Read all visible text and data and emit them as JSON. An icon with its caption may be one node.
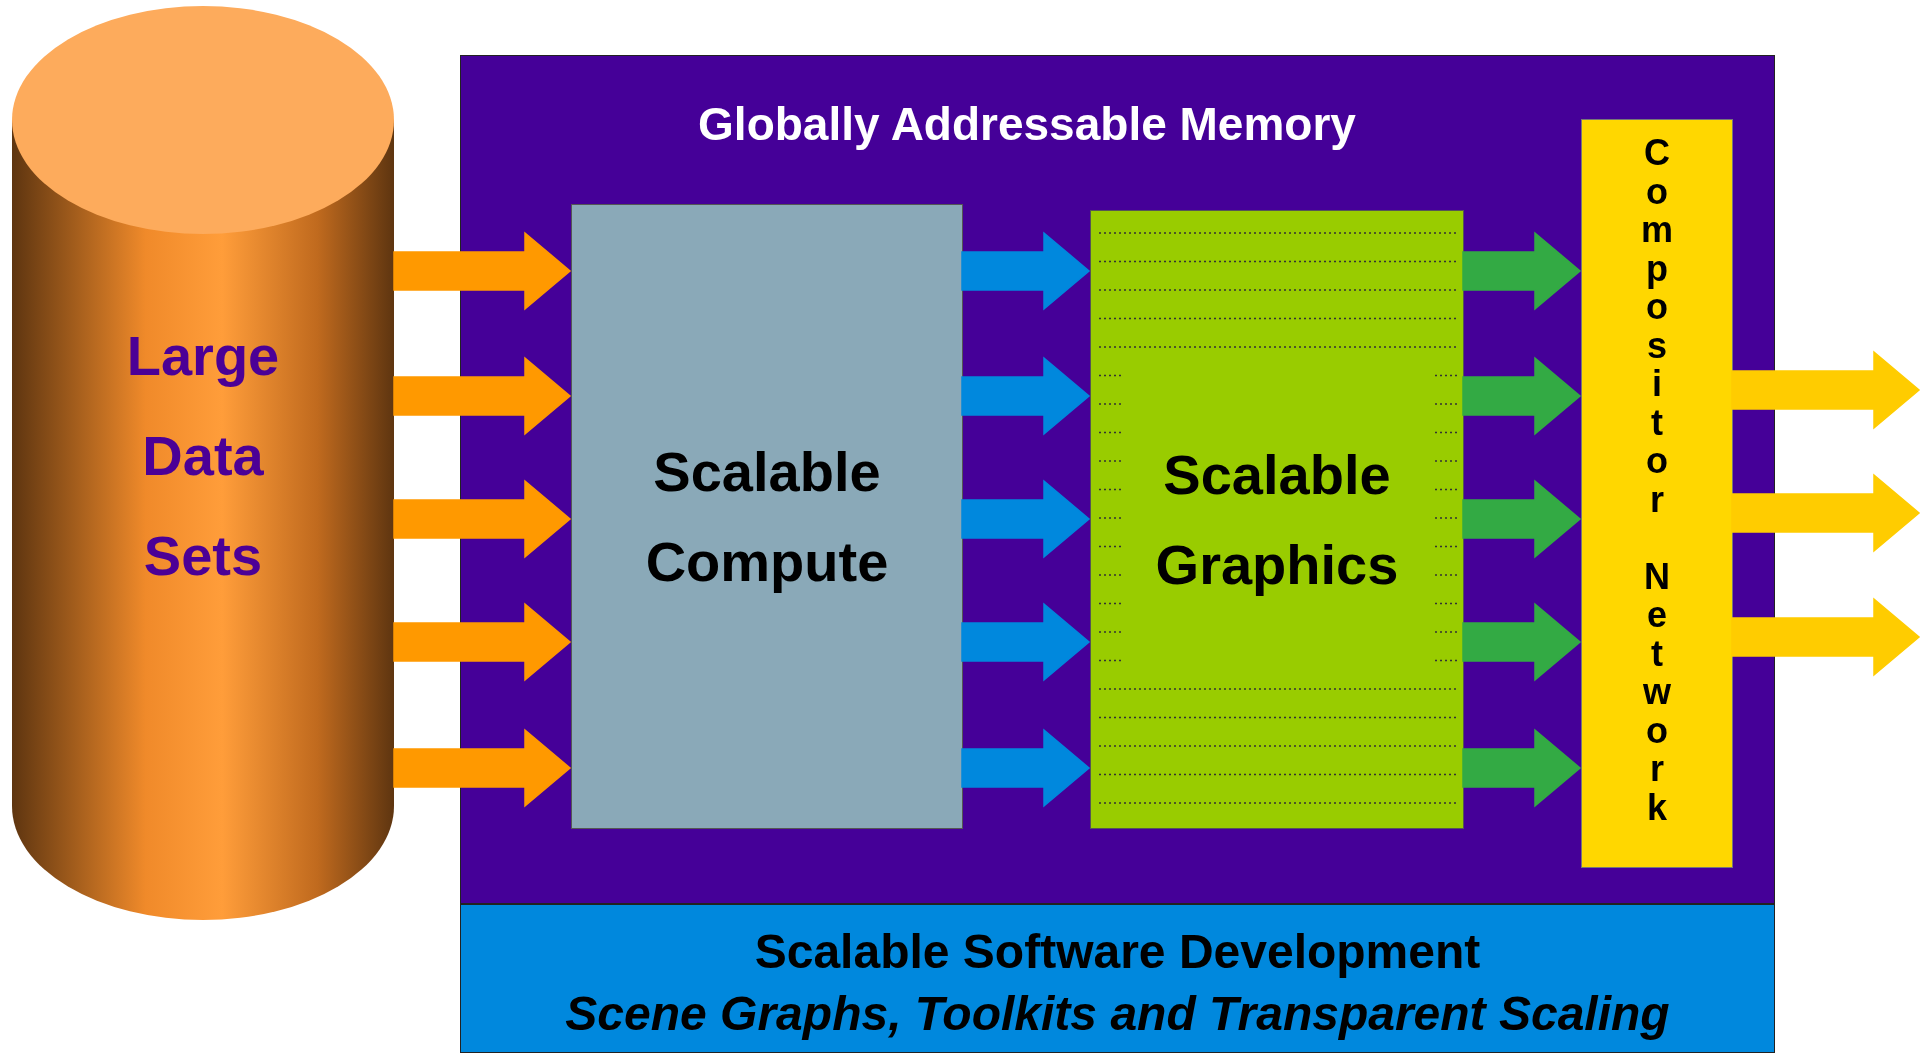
{
  "diagram": {
    "nodes": [
      {
        "text": [
          "Large Data Sets"
        ]
      },
      {
        "text": [
          "Globally Addressable Memory"
        ]
      },
      {
        "text": [
          "Scalable Compute"
        ],
        "in": 1
      },
      {
        "text": [
          "Scalable Graphics"
        ],
        "in": 1
      },
      {
        "text": [
          "Compositor Network"
        ],
        "in": 1
      },
      {
        "text": [
          "Scalable Software Development",
          "Scene Graphs, Toolkits and Transparent Scaling"
        ]
      }
    ],
    "edges": [
      {
        "from": 0,
        "to": 2,
        "arrow": "to",
        "color": "#ff9900"
      },
      {
        "from": 0,
        "to": 2,
        "arrow": "to",
        "color": "#ff9900"
      },
      {
        "from": 0,
        "to": 2,
        "arrow": "to",
        "color": "#ff9900"
      },
      {
        "from": 0,
        "to": 2,
        "arrow": "to",
        "color": "#ff9900"
      },
      {
        "from": 0,
        "to": 2,
        "arrow": "to",
        "color": "#ff9900"
      },
      {
        "from": 2,
        "to": 3,
        "arrow": "to",
        "color": "#0088dd"
      },
      {
        "from": 2,
        "to": 3,
        "arrow": "to",
        "color": "#0088dd"
      },
      {
        "from": 2,
        "to": 3,
        "arrow": "to",
        "color": "#0088dd"
      },
      {
        "from": 2,
        "to": 3,
        "arrow": "to",
        "color": "#0088dd"
      },
      {
        "from": 2,
        "to": 3,
        "arrow": "to",
        "color": "#0088dd"
      },
      {
        "from": 3,
        "to": 4,
        "arrow": "to",
        "color": "#33aa44"
      },
      {
        "from": 3,
        "to": 4,
        "arrow": "to",
        "color": "#33aa44"
      },
      {
        "from": 3,
        "to": 4,
        "arrow": "to",
        "color": "#33aa44"
      },
      {
        "from": 3,
        "to": 4,
        "arrow": "to",
        "color": "#33aa44"
      },
      {
        "from": 3,
        "to": 4,
        "arrow": "to",
        "color": "#33aa44"
      },
      {
        "from": 4,
        "to": null,
        "arrow": "to",
        "color": "#ffcc00"
      },
      {
        "from": 4,
        "to": null,
        "arrow": "to",
        "color": "#ffcc00"
      },
      {
        "from": 4,
        "to": null,
        "arrow": "to",
        "color": "#ffcc00"
      }
    ]
  }
}
